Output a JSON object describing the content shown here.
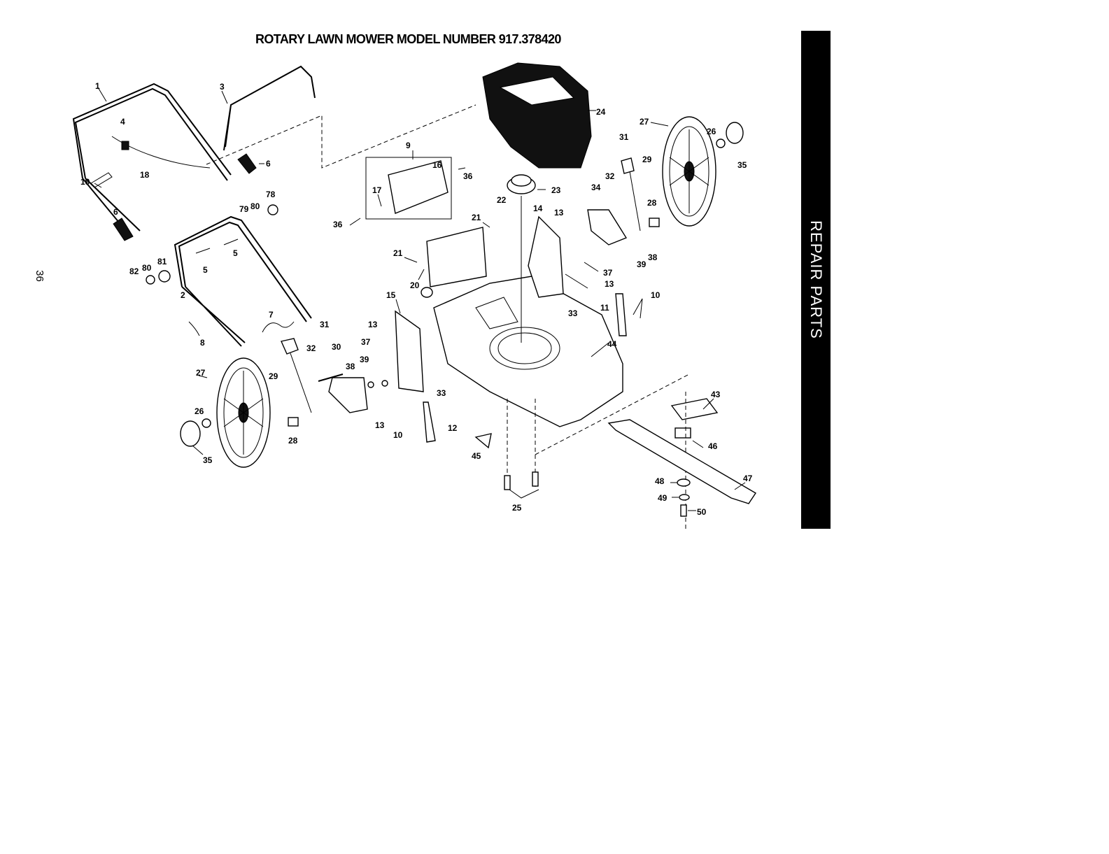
{
  "title": "ROTARY LAWN MOWER MODEL NUMBER 917.378420",
  "page_number": "36",
  "side_tab": "REPAIR PARTS",
  "callouts": [
    {
      "id": "c1",
      "text": "1"
    },
    {
      "id": "c3",
      "text": "3"
    },
    {
      "id": "c4",
      "text": "4"
    },
    {
      "id": "c6a",
      "text": "6"
    },
    {
      "id": "c18",
      "text": "18"
    },
    {
      "id": "c19",
      "text": "19"
    },
    {
      "id": "c6b",
      "text": "6"
    },
    {
      "id": "c78",
      "text": "78"
    },
    {
      "id": "c79",
      "text": "79"
    },
    {
      "id": "c80a",
      "text": "80"
    },
    {
      "id": "c5a",
      "text": "5"
    },
    {
      "id": "c5b",
      "text": "5"
    },
    {
      "id": "c82",
      "text": "82"
    },
    {
      "id": "c80b",
      "text": "80"
    },
    {
      "id": "c81",
      "text": "81"
    },
    {
      "id": "c2",
      "text": "2"
    },
    {
      "id": "c7",
      "text": "7"
    },
    {
      "id": "c8",
      "text": "8"
    },
    {
      "id": "c31a",
      "text": "31"
    },
    {
      "id": "c32a",
      "text": "32"
    },
    {
      "id": "c30",
      "text": "30"
    },
    {
      "id": "c27a",
      "text": "27"
    },
    {
      "id": "c29a",
      "text": "29"
    },
    {
      "id": "c26a",
      "text": "26"
    },
    {
      "id": "c28a",
      "text": "28"
    },
    {
      "id": "c35a",
      "text": "35"
    },
    {
      "id": "c9",
      "text": "9"
    },
    {
      "id": "c16",
      "text": "16"
    },
    {
      "id": "c36a",
      "text": "36"
    },
    {
      "id": "c17",
      "text": "17"
    },
    {
      "id": "c36b",
      "text": "36"
    },
    {
      "id": "c21a",
      "text": "21"
    },
    {
      "id": "c21b",
      "text": "21"
    },
    {
      "id": "c20",
      "text": "20"
    },
    {
      "id": "c15",
      "text": "15"
    },
    {
      "id": "c13a",
      "text": "13"
    },
    {
      "id": "c37a",
      "text": "37"
    },
    {
      "id": "c39a",
      "text": "39"
    },
    {
      "id": "c38a",
      "text": "38"
    },
    {
      "id": "c33a",
      "text": "33"
    },
    {
      "id": "c13b",
      "text": "13"
    },
    {
      "id": "c10a",
      "text": "10"
    },
    {
      "id": "c12",
      "text": "12"
    },
    {
      "id": "c45",
      "text": "45"
    },
    {
      "id": "c24",
      "text": "24"
    },
    {
      "id": "c22",
      "text": "22"
    },
    {
      "id": "c23",
      "text": "23"
    },
    {
      "id": "c14",
      "text": "14"
    },
    {
      "id": "c13c",
      "text": "13"
    },
    {
      "id": "c37b",
      "text": "37"
    },
    {
      "id": "c13d",
      "text": "13"
    },
    {
      "id": "c33b",
      "text": "33"
    },
    {
      "id": "c27b",
      "text": "27"
    },
    {
      "id": "c26b",
      "text": "26"
    },
    {
      "id": "c35b",
      "text": "35"
    },
    {
      "id": "c31b",
      "text": "31"
    },
    {
      "id": "c29b",
      "text": "29"
    },
    {
      "id": "c32b",
      "text": "32"
    },
    {
      "id": "c34",
      "text": "34"
    },
    {
      "id": "c28b",
      "text": "28"
    },
    {
      "id": "c38b",
      "text": "38"
    },
    {
      "id": "c39b",
      "text": "39"
    },
    {
      "id": "c11",
      "text": "11"
    },
    {
      "id": "c10b",
      "text": "10"
    },
    {
      "id": "c44",
      "text": "44"
    },
    {
      "id": "c43",
      "text": "43"
    },
    {
      "id": "c46",
      "text": "46"
    },
    {
      "id": "c47",
      "text": "47"
    },
    {
      "id": "c48",
      "text": "48"
    },
    {
      "id": "c49",
      "text": "49"
    },
    {
      "id": "c50",
      "text": "50"
    },
    {
      "id": "c25",
      "text": "25"
    }
  ]
}
